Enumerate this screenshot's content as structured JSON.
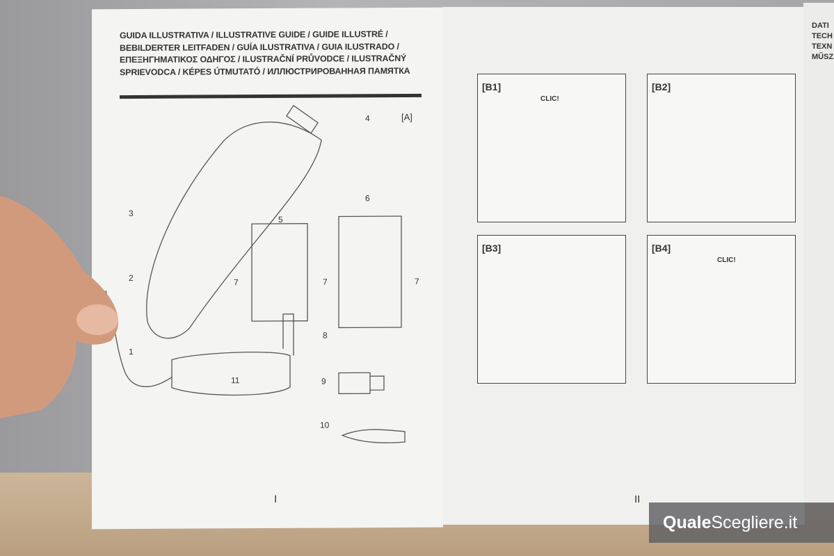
{
  "left_page": {
    "title_lines": [
      "GUIDA ILLUSTRATIVA / ILLUSTRATIVE GUIDE / GUIDE ILLUSTRÉ /",
      "BEBILDERTER LEITFADEN / GUÍA ILUSTRATIVA / GUIA ILUSTRADO /",
      "ΕΠΕΞΗΓΗΜΑΤΙΚΟΣ ΟΔΗΓΟΣ / ILUSTRAČNÍ PRŮVODCE / ILUSTRAČNÝ",
      "SPRIEVODCA / KÉPES ÚTMUTATÓ / ИЛЛЮСТРИРОВАННАЯ ПАМЯТКА"
    ],
    "section": "[A]",
    "parts": [
      "1",
      "2",
      "3",
      "4",
      "5",
      "6",
      "7",
      "7",
      "7",
      "8",
      "9",
      "10",
      "11"
    ],
    "page_number": "I"
  },
  "right_page": {
    "panels": [
      "[B1]",
      "[B2]",
      "[B3]",
      "[B4]"
    ],
    "clic": "CLIC!",
    "page_number": "II"
  },
  "edge_page": {
    "lines": [
      "DATI",
      "TECH",
      "TEXN",
      "MŰSZ"
    ]
  },
  "watermark": {
    "brand_bold": "uale",
    "brand_light": "Scegliere.it"
  }
}
